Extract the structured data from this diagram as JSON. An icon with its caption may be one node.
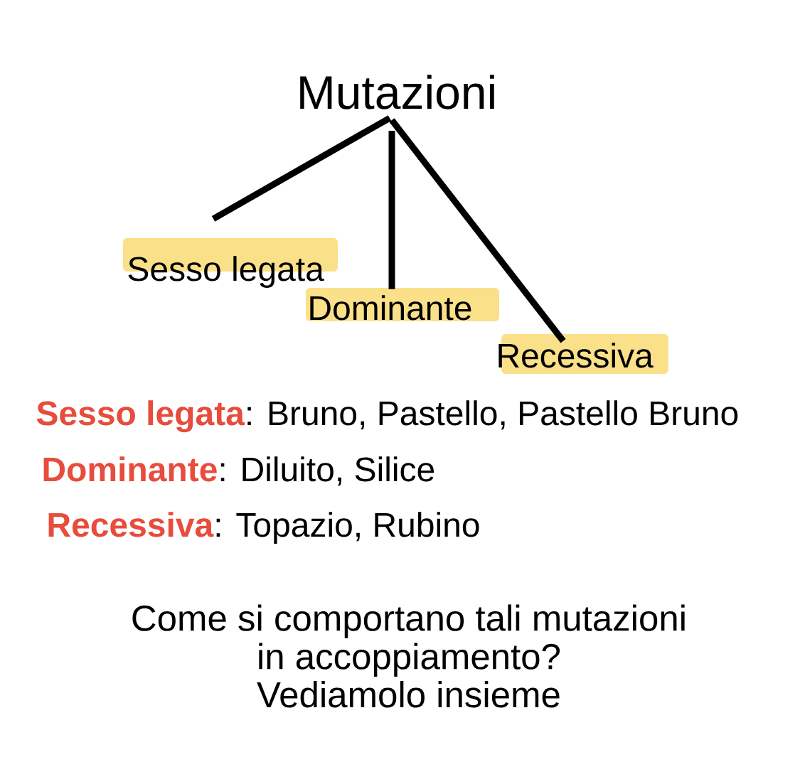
{
  "diagram": {
    "nodes": [
      {
        "text": [
          "Mutazioni"
        ]
      },
      {
        "text": [
          "Sesso legata"
        ]
      },
      {
        "text": [
          "Dominante"
        ]
      },
      {
        "text": [
          "Recessiva"
        ]
      }
    ],
    "edges": [
      {
        "from": 0,
        "to": 1,
        "arrow": "none"
      },
      {
        "from": 0,
        "to": 2,
        "arrow": "none"
      },
      {
        "from": 0,
        "to": 3,
        "arrow": "none"
      }
    ],
    "labels": [
      "**Sesso legata**: Bruno, Pastello, Pastello Bruno",
      "**Dominante**: Diluito, Silice",
      "**Recessiva**: Topazio, Rubino",
      "Come si comportano tali mutazioni in accoppiamento?",
      "Vediamolo insieme"
    ]
  }
}
